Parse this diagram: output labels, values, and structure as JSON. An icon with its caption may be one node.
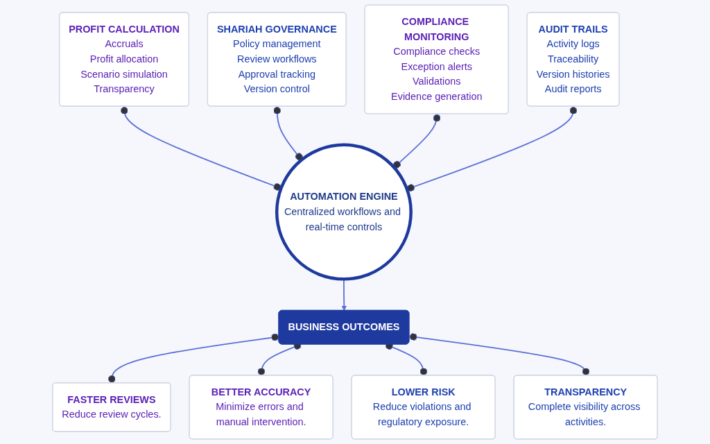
{
  "diagram": {
    "nodes": [
      {
        "text": [
          "PROFIT CALCULATION",
          "Accruals",
          "Profit allocation",
          "Scenario simulation",
          "Transparency"
        ]
      },
      {
        "text": [
          "AUTOMATION ENGINE",
          "Centralized workflows and real-time controls"
        ]
      },
      {
        "text": [
          "SHARIAH GOVERNANCE",
          "Policy management",
          "Review workflows",
          "Approval tracking",
          "Version control"
        ]
      },
      {
        "text": [
          "COMPLIANCE MONITORING",
          "Compliance checks",
          "Exception alerts",
          "Validations",
          "Evidence generation"
        ]
      },
      {
        "text": [
          "AUDIT TRAILS",
          "Activity logs",
          "Traceability",
          "Version histories",
          "Audit reports"
        ]
      },
      {
        "text": [
          "BUSINESS OUTCOMES"
        ]
      },
      {
        "text": [
          "FASTER REVIEWS",
          "Reduce review cycles."
        ]
      },
      {
        "text": [
          "BETTER ACCURACY",
          "Minimize errors and manual intervention."
        ]
      },
      {
        "text": [
          "LOWER RISK",
          "Reduce violations and regulatory exposure."
        ]
      },
      {
        "text": [
          "TRANSPARENCY",
          "Complete visibility across activities."
        ]
      }
    ],
    "edges": [
      {
        "from": 0,
        "to": 1,
        "arrow": "other"
      },
      {
        "from": 2,
        "to": 1,
        "arrow": "other"
      },
      {
        "from": 3,
        "to": 1,
        "arrow": "other"
      },
      {
        "from": 4,
        "to": 1,
        "arrow": "other"
      },
      {
        "from": 1,
        "to": 5,
        "arrow": "to"
      },
      {
        "from": 5,
        "to": 6,
        "arrow": "other"
      },
      {
        "from": 5,
        "to": 7,
        "arrow": "other"
      },
      {
        "from": 5,
        "to": 8,
        "arrow": "other"
      },
      {
        "from": 5,
        "to": 9,
        "arrow": "other"
      }
    ]
  }
}
